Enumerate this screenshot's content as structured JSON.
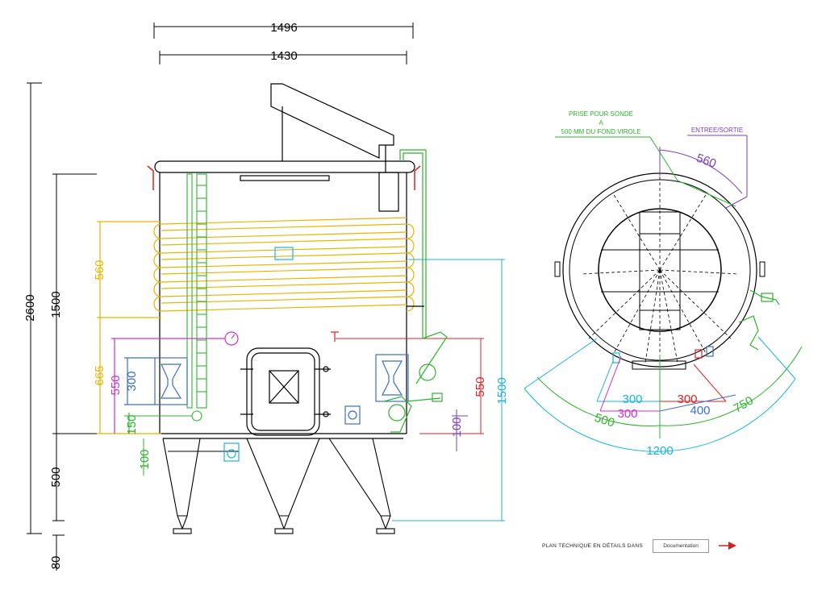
{
  "elevation_dims": {
    "width_outer": "1496",
    "width_inner": "1430",
    "total_height": "2600",
    "body_height": "1500",
    "leg_height": "500",
    "foot_height": "80",
    "jacket_height": "560",
    "level_665": "665",
    "level_550_left": "550",
    "level_300_left": "300",
    "level_150": "150",
    "level_100_left": "100",
    "level_550_right": "550",
    "level_1500_right": "1500",
    "level_100_right": "100"
  },
  "plan_view": {
    "probe_label_line1": "PRISE POUR SONDE",
    "probe_label_line2": "A",
    "probe_label_line3": "500 MM DU FOND VIROLE",
    "inlet_outlet_label": "ENTREE/SORTIE",
    "arc_560": "560",
    "dim_300_cyan": "300",
    "dim_300_red": "300",
    "dim_300_magenta": "300",
    "dim_400": "400",
    "dim_500": "500",
    "dim_750": "750",
    "dim_1200": "1200"
  },
  "footer": {
    "text": "PLAN TECHNIQUE EN DÉTAILS DANS",
    "button": "Documentation"
  },
  "colors": {
    "black": "#000000",
    "yellow": "#e8b400",
    "green": "#2bb52b",
    "cyan": "#19b4dc",
    "magenta": "#cc33cc",
    "red": "#dd2222",
    "blue": "#3a6fc8",
    "purple": "#7a3fc0"
  }
}
